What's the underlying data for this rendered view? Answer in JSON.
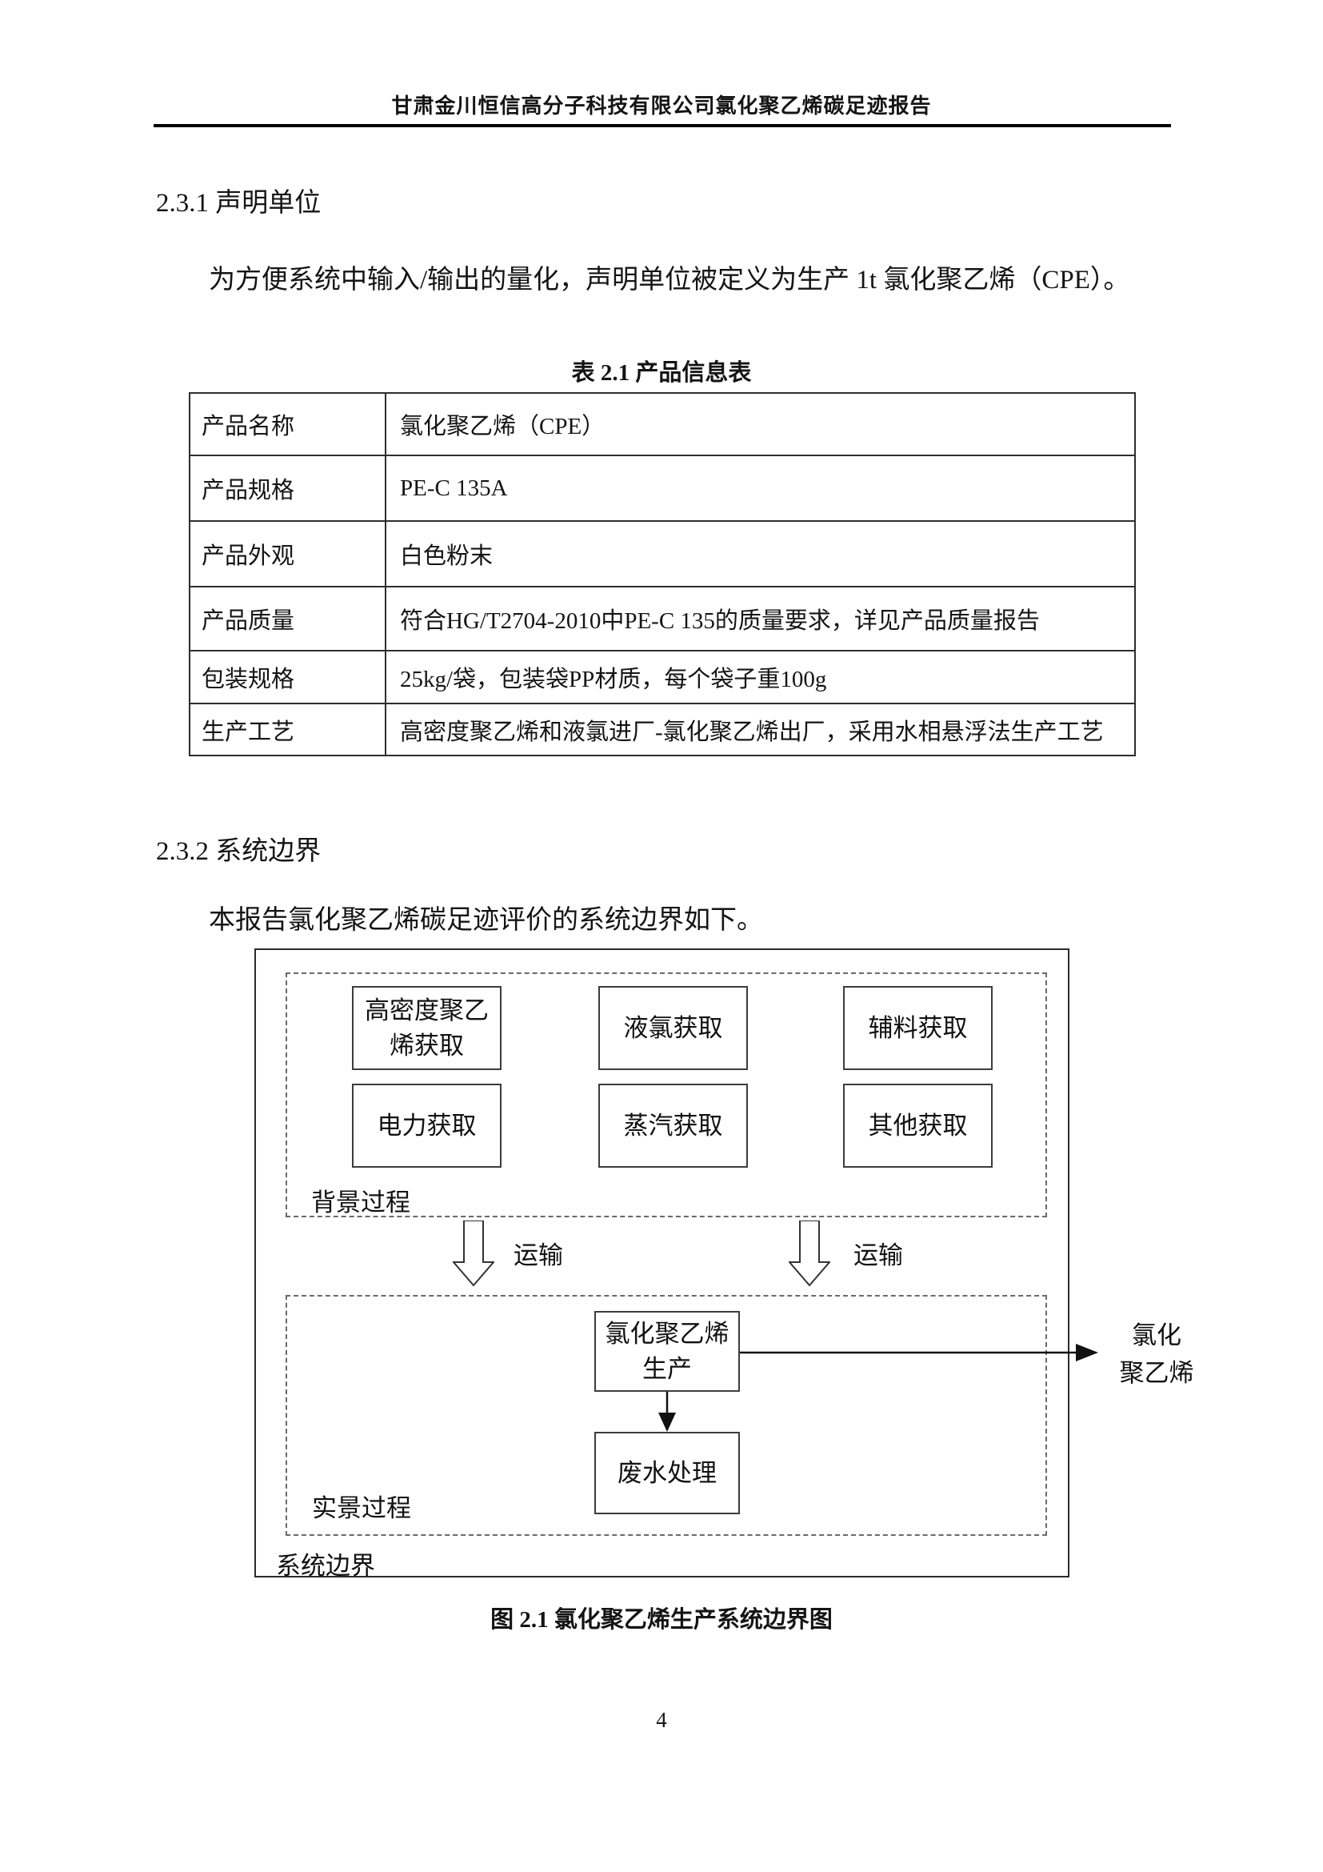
{
  "header": {
    "title": "甘肃金川恒信高分子科技有限公司氯化聚乙烯碳足迹报告"
  },
  "section_1": {
    "heading": "2.3.1 声明单位",
    "paragraph": "为方便系统中输入/输出的量化，声明单位被定义为生产 1t 氯化聚乙烯（CPE）。"
  },
  "product_table": {
    "caption": "表 2.1 产品信息表",
    "rows": [
      {
        "label": "产品名称",
        "value": "氯化聚乙烯（CPE）"
      },
      {
        "label": "产品规格",
        "value": "PE-C 135A"
      },
      {
        "label": "产品外观",
        "value": "白色粉末"
      },
      {
        "label": "产品质量",
        "value": "符合HG/T2704-2010中PE-C 135的质量要求，详见产品质量报告"
      },
      {
        "label": "包装规格",
        "value": "25kg/袋，包装袋PP材质，每个袋子重100g"
      },
      {
        "label": "生产工艺",
        "value": "高密度聚乙烯和液氯进厂-氯化聚乙烯出厂，采用水相悬浮法生产工艺"
      }
    ]
  },
  "section_2": {
    "heading": "2.3.2 系统边界",
    "paragraph": "本报告氯化聚乙烯碳足迹评价的系统边界如下。"
  },
  "diagram": {
    "background": {
      "label": "背景过程",
      "boxes": [
        "高密度聚乙烯获取",
        "液氯获取",
        "辅料获取",
        "电力获取",
        "蒸汽获取",
        "其他获取"
      ]
    },
    "transport": {
      "label_left": "运输",
      "label_right": "运输"
    },
    "foreground": {
      "label": "实景过程",
      "production_box": "氯化聚乙烯生产",
      "wastewater_box": "废水处理"
    },
    "output_label_lines": [
      "氯化",
      "聚乙烯"
    ],
    "system_boundary_label": "系统边界",
    "caption": "图 2.1 氯化聚乙烯生产系统边界图"
  },
  "page_number": "4"
}
